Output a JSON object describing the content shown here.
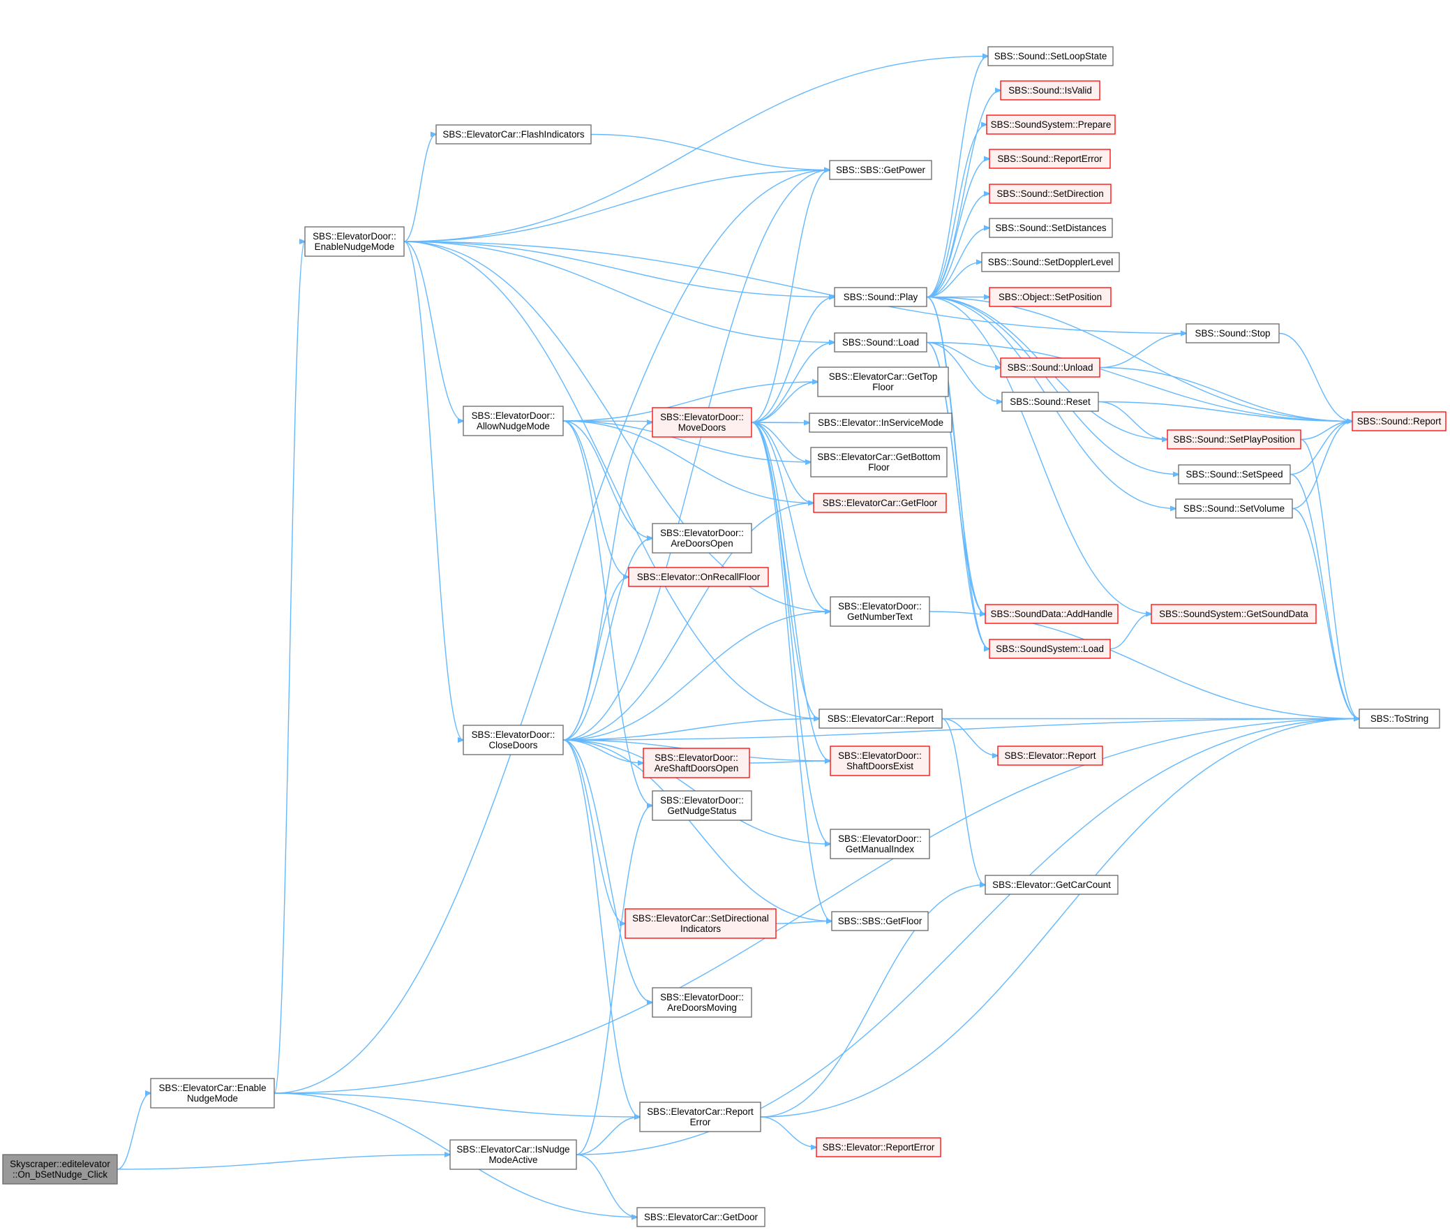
{
  "colors": {
    "edge": "#63b8ff",
    "node_border": "#666666",
    "node_fill": "#ffffff",
    "truncated_border": "#ff0000",
    "truncated_fill": "#fff0f0",
    "root_fill": "#999999",
    "root_border": "#666666"
  },
  "nodes": [
    {
      "id": "root",
      "lines": [
        "Skyscraper::editelevator",
        "::On_bSetNudge_Click"
      ],
      "style": "root"
    },
    {
      "id": "car_enable_nudge",
      "lines": [
        "SBS::ElevatorCar::Enable",
        "NudgeMode"
      ],
      "style": "normal"
    },
    {
      "id": "car_is_nudge_active",
      "lines": [
        "SBS::ElevatorCar::IsNudge",
        "ModeActive"
      ],
      "style": "normal"
    },
    {
      "id": "door_enable_nudge",
      "lines": [
        "SBS::ElevatorDoor::",
        "EnableNudgeMode"
      ],
      "style": "normal"
    },
    {
      "id": "car_flash_indicators",
      "lines": [
        "SBS::ElevatorCar::FlashIndicators"
      ],
      "style": "normal"
    },
    {
      "id": "door_allow_nudge",
      "lines": [
        "SBS::ElevatorDoor::",
        "AllowNudgeMode"
      ],
      "style": "normal"
    },
    {
      "id": "door_close_doors",
      "lines": [
        "SBS::ElevatorDoor::",
        "CloseDoors"
      ],
      "style": "normal"
    },
    {
      "id": "car_report_error",
      "lines": [
        "SBS::ElevatorCar::Report",
        "Error"
      ],
      "style": "normal"
    },
    {
      "id": "car_get_door",
      "lines": [
        "SBS::ElevatorCar::GetDoor"
      ],
      "style": "normal"
    },
    {
      "id": "door_move_doors",
      "lines": [
        "SBS::ElevatorDoor::",
        "MoveDoors"
      ],
      "style": "truncated"
    },
    {
      "id": "door_are_doors_open",
      "lines": [
        "SBS::ElevatorDoor::",
        "AreDoorsOpen"
      ],
      "style": "normal"
    },
    {
      "id": "elev_on_recall_floor",
      "lines": [
        "SBS::Elevator::OnRecallFloor"
      ],
      "style": "truncated"
    },
    {
      "id": "door_are_shaft_doors_open",
      "lines": [
        "SBS::ElevatorDoor::",
        "AreShaftDoorsOpen"
      ],
      "style": "truncated"
    },
    {
      "id": "door_get_nudge_status",
      "lines": [
        "SBS::ElevatorDoor::",
        "GetNudgeStatus"
      ],
      "style": "normal"
    },
    {
      "id": "car_set_directional_indicators",
      "lines": [
        "SBS::ElevatorCar::SetDirectional",
        "Indicators"
      ],
      "style": "truncated"
    },
    {
      "id": "door_are_doors_moving",
      "lines": [
        "SBS::ElevatorDoor::",
        "AreDoorsMoving"
      ],
      "style": "normal"
    },
    {
      "id": "sbs_get_power",
      "lines": [
        "SBS::SBS::GetPower"
      ],
      "style": "normal"
    },
    {
      "id": "sound_play",
      "lines": [
        "SBS::Sound::Play"
      ],
      "style": "normal"
    },
    {
      "id": "sound_load",
      "lines": [
        "SBS::Sound::Load"
      ],
      "style": "normal"
    },
    {
      "id": "car_get_top_floor",
      "lines": [
        "SBS::ElevatorCar::GetTop",
        "Floor"
      ],
      "style": "normal"
    },
    {
      "id": "elev_in_service_mode",
      "lines": [
        "SBS::Elevator::InServiceMode"
      ],
      "style": "normal"
    },
    {
      "id": "car_get_bottom_floor",
      "lines": [
        "SBS::ElevatorCar::GetBottom",
        "Floor"
      ],
      "style": "normal"
    },
    {
      "id": "car_get_floor",
      "lines": [
        "SBS::ElevatorCar::GetFloor"
      ],
      "style": "truncated"
    },
    {
      "id": "door_get_number_text",
      "lines": [
        "SBS::ElevatorDoor::",
        "GetNumberText"
      ],
      "style": "normal"
    },
    {
      "id": "car_report",
      "lines": [
        "SBS::ElevatorCar::Report"
      ],
      "style": "normal"
    },
    {
      "id": "door_shaft_doors_exist",
      "lines": [
        "SBS::ElevatorDoor::",
        "ShaftDoorsExist"
      ],
      "style": "truncated"
    },
    {
      "id": "door_get_manual_index",
      "lines": [
        "SBS::ElevatorDoor::",
        "GetManualIndex"
      ],
      "style": "normal"
    },
    {
      "id": "sbs_get_floor",
      "lines": [
        "SBS::SBS::GetFloor"
      ],
      "style": "normal"
    },
    {
      "id": "elev_report_error",
      "lines": [
        "SBS::Elevator::ReportError"
      ],
      "style": "truncated"
    },
    {
      "id": "sound_set_loop_state",
      "lines": [
        "SBS::Sound::SetLoopState"
      ],
      "style": "normal"
    },
    {
      "id": "sound_is_valid",
      "lines": [
        "SBS::Sound::IsValid"
      ],
      "style": "truncated"
    },
    {
      "id": "soundsystem_prepare",
      "lines": [
        "SBS::SoundSystem::Prepare"
      ],
      "style": "truncated"
    },
    {
      "id": "sound_report_error",
      "lines": [
        "SBS::Sound::ReportError"
      ],
      "style": "truncated"
    },
    {
      "id": "sound_set_direction",
      "lines": [
        "SBS::Sound::SetDirection"
      ],
      "style": "truncated"
    },
    {
      "id": "sound_set_distances",
      "lines": [
        "SBS::Sound::SetDistances"
      ],
      "style": "normal"
    },
    {
      "id": "sound_set_doppler_level",
      "lines": [
        "SBS::Sound::SetDopplerLevel"
      ],
      "style": "normal"
    },
    {
      "id": "object_set_position",
      "lines": [
        "SBS::Object::SetPosition"
      ],
      "style": "truncated"
    },
    {
      "id": "sound_unload",
      "lines": [
        "SBS::Sound::Unload"
      ],
      "style": "truncated"
    },
    {
      "id": "sound_reset",
      "lines": [
        "SBS::Sound::Reset"
      ],
      "style": "normal"
    },
    {
      "id": "sounddata_add_handle",
      "lines": [
        "SBS::SoundData::AddHandle"
      ],
      "style": "truncated"
    },
    {
      "id": "soundsystem_load",
      "lines": [
        "SBS::SoundSystem::Load"
      ],
      "style": "truncated"
    },
    {
      "id": "elev_report",
      "lines": [
        "SBS::Elevator::Report"
      ],
      "style": "truncated"
    },
    {
      "id": "elev_get_car_count",
      "lines": [
        "SBS::Elevator::GetCarCount"
      ],
      "style": "normal"
    },
    {
      "id": "sound_stop",
      "lines": [
        "SBS::Sound::Stop"
      ],
      "style": "normal"
    },
    {
      "id": "sound_set_play_position",
      "lines": [
        "SBS::Sound::SetPlayPosition"
      ],
      "style": "truncated"
    },
    {
      "id": "sound_set_speed",
      "lines": [
        "SBS::Sound::SetSpeed"
      ],
      "style": "normal"
    },
    {
      "id": "sound_set_volume",
      "lines": [
        "SBS::Sound::SetVolume"
      ],
      "style": "normal"
    },
    {
      "id": "soundsystem_get_sound_data",
      "lines": [
        "SBS::SoundSystem::GetSoundData"
      ],
      "style": "truncated"
    },
    {
      "id": "sound_report",
      "lines": [
        "SBS::Sound::Report"
      ],
      "style": "truncated"
    },
    {
      "id": "sbs_to_string",
      "lines": [
        "SBS::ToString"
      ],
      "style": "normal"
    }
  ],
  "edges": [
    [
      "root",
      "car_enable_nudge"
    ],
    [
      "root",
      "car_is_nudge_active"
    ],
    [
      "car_enable_nudge",
      "door_enable_nudge"
    ],
    [
      "car_enable_nudge",
      "car_report_error"
    ],
    [
      "car_enable_nudge",
      "car_get_door"
    ],
    [
      "car_enable_nudge",
      "sbs_get_power"
    ],
    [
      "car_enable_nudge",
      "sbs_to_string"
    ],
    [
      "car_is_nudge_active",
      "car_report_error"
    ],
    [
      "car_is_nudge_active",
      "car_get_door"
    ],
    [
      "car_is_nudge_active",
      "door_get_nudge_status"
    ],
    [
      "car_is_nudge_active",
      "sbs_to_string"
    ],
    [
      "door_enable_nudge",
      "car_flash_indicators"
    ],
    [
      "door_enable_nudge",
      "door_allow_nudge"
    ],
    [
      "door_enable_nudge",
      "door_close_doors"
    ],
    [
      "door_enable_nudge",
      "sbs_get_power"
    ],
    [
      "door_enable_nudge",
      "sound_play"
    ],
    [
      "door_enable_nudge",
      "sound_load"
    ],
    [
      "door_enable_nudge",
      "sound_set_loop_state"
    ],
    [
      "door_enable_nudge",
      "sound_stop"
    ],
    [
      "door_enable_nudge",
      "car_report"
    ],
    [
      "door_enable_nudge",
      "door_get_number_text"
    ],
    [
      "car_flash_indicators",
      "sbs_get_power"
    ],
    [
      "door_allow_nudge",
      "car_get_top_floor"
    ],
    [
      "door_allow_nudge",
      "elev_in_service_mode"
    ],
    [
      "door_allow_nudge",
      "car_get_bottom_floor"
    ],
    [
      "door_allow_nudge",
      "car_get_floor"
    ],
    [
      "door_allow_nudge",
      "door_are_doors_open"
    ],
    [
      "door_allow_nudge",
      "elev_on_recall_floor"
    ],
    [
      "door_allow_nudge",
      "door_get_nudge_status"
    ],
    [
      "door_close_doors",
      "door_move_doors"
    ],
    [
      "door_close_doors",
      "door_are_doors_open"
    ],
    [
      "door_close_doors",
      "elev_on_recall_floor"
    ],
    [
      "door_close_doors",
      "door_are_shaft_doors_open"
    ],
    [
      "door_close_doors",
      "car_set_directional_indicators"
    ],
    [
      "door_close_doors",
      "door_are_doors_moving"
    ],
    [
      "door_close_doors",
      "car_report_error"
    ],
    [
      "door_close_doors",
      "car_report"
    ],
    [
      "door_close_doors",
      "door_get_number_text"
    ],
    [
      "door_close_doors",
      "car_get_floor"
    ],
    [
      "door_close_doors",
      "sbs_get_power"
    ],
    [
      "door_close_doors",
      "door_shaft_doors_exist"
    ],
    [
      "door_close_doors",
      "door_get_manual_index"
    ],
    [
      "door_close_doors",
      "sbs_get_floor"
    ],
    [
      "door_close_doors",
      "sbs_to_string"
    ],
    [
      "door_move_doors",
      "sbs_get_power"
    ],
    [
      "door_move_doors",
      "sound_play"
    ],
    [
      "door_move_doors",
      "sound_load"
    ],
    [
      "door_move_doors",
      "car_get_top_floor"
    ],
    [
      "door_move_doors",
      "elev_in_service_mode"
    ],
    [
      "door_move_doors",
      "car_get_bottom_floor"
    ],
    [
      "door_move_doors",
      "car_get_floor"
    ],
    [
      "door_move_doors",
      "door_get_number_text"
    ],
    [
      "door_move_doors",
      "car_report"
    ],
    [
      "door_move_doors",
      "door_shaft_doors_exist"
    ],
    [
      "door_move_doors",
      "door_get_manual_index"
    ],
    [
      "door_move_doors",
      "sbs_get_floor"
    ],
    [
      "door_are_shaft_doors_open",
      "door_shaft_doors_exist"
    ],
    [
      "car_set_directional_indicators",
      "sbs_get_floor"
    ],
    [
      "car_report_error",
      "elev_report_error"
    ],
    [
      "car_report_error",
      "elev_get_car_count"
    ],
    [
      "car_report_error",
      "sbs_to_string"
    ],
    [
      "car_report",
      "elev_report"
    ],
    [
      "car_report",
      "elev_get_car_count"
    ],
    [
      "car_report",
      "sbs_to_string"
    ],
    [
      "door_get_number_text",
      "sbs_to_string"
    ],
    [
      "sound_play",
      "sound_set_loop_state"
    ],
    [
      "sound_play",
      "sound_is_valid"
    ],
    [
      "sound_play",
      "soundsystem_prepare"
    ],
    [
      "sound_play",
      "sound_report_error"
    ],
    [
      "sound_play",
      "sound_set_direction"
    ],
    [
      "sound_play",
      "sound_set_distances"
    ],
    [
      "sound_play",
      "sound_set_doppler_level"
    ],
    [
      "sound_play",
      "object_set_position"
    ],
    [
      "sound_play",
      "sound_report"
    ],
    [
      "sound_play",
      "sound_set_play_position"
    ],
    [
      "sound_play",
      "sound_set_speed"
    ],
    [
      "sound_play",
      "sound_set_volume"
    ],
    [
      "sound_play",
      "sounddata_add_handle"
    ],
    [
      "sound_play",
      "soundsystem_get_sound_data"
    ],
    [
      "sound_play",
      "soundsystem_load"
    ],
    [
      "sound_load",
      "sound_unload"
    ],
    [
      "sound_load",
      "sound_reset"
    ],
    [
      "sound_load",
      "sounddata_add_handle"
    ],
    [
      "sound_load",
      "soundsystem_load"
    ],
    [
      "sound_load",
      "sound_report"
    ],
    [
      "sound_unload",
      "sound_stop"
    ],
    [
      "sound_unload",
      "sound_report"
    ],
    [
      "sound_reset",
      "sound_report"
    ],
    [
      "sound_reset",
      "sound_set_play_position"
    ],
    [
      "sound_stop",
      "sound_report"
    ],
    [
      "sound_set_play_position",
      "sound_report"
    ],
    [
      "sound_set_play_position",
      "sbs_to_string"
    ],
    [
      "sound_set_speed",
      "sound_report"
    ],
    [
      "sound_set_speed",
      "sbs_to_string"
    ],
    [
      "sound_set_volume",
      "sound_report"
    ],
    [
      "sound_set_volume",
      "sbs_to_string"
    ],
    [
      "soundsystem_load",
      "soundsystem_get_sound_data"
    ]
  ]
}
